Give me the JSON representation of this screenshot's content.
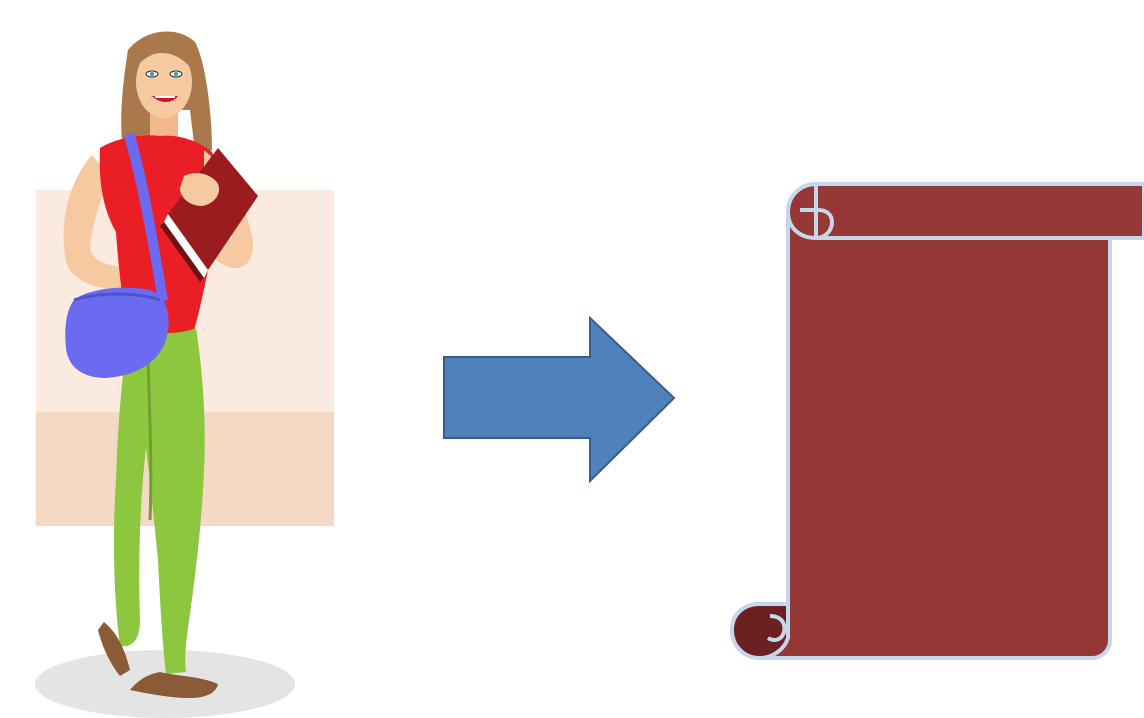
{
  "slide": {
    "colors": {
      "background": "#ffffff",
      "backdrop_upper": "#fbeae0",
      "backdrop_lower": "#f4d9c4",
      "floor_shadow": "#e4e4e4",
      "arrow_fill": "#4f81bd",
      "arrow_stroke": "#385d8a",
      "scroll_fill": "#953735",
      "scroll_stroke": "#c6d6ec",
      "scroll_curl": "#6b2121",
      "shirt": "#ea1f26",
      "pants": "#8dc63f",
      "bag": "#6a6bf0",
      "book": "#9b1b1e",
      "hair": "#a9784b",
      "skin": "#f7c9a0"
    },
    "elements": [
      {
        "name": "student-illustration",
        "icon": "woman-with-books-and-shoulder-bag"
      },
      {
        "name": "right-arrow",
        "icon": "right-block-arrow"
      },
      {
        "name": "blank-scroll",
        "icon": "vertical-scroll-banner"
      }
    ]
  }
}
